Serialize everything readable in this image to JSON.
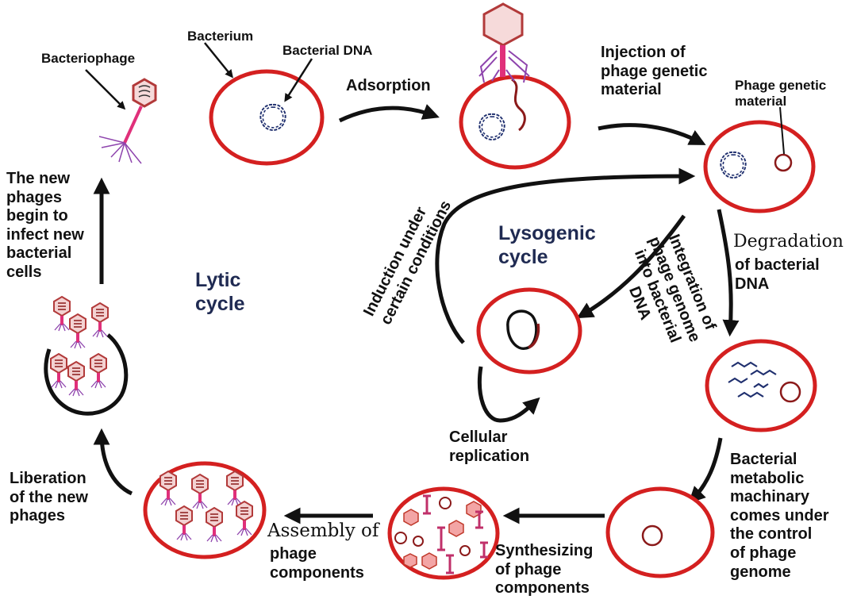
{
  "labels": {
    "bacteriophage": "Bacteriophage",
    "bacterium": "Bacterium",
    "bacterial_dna": "Bacterial DNA",
    "adsorption": "Adsorption",
    "injection": "Injection of\nphage genetic\nmaterial",
    "phage_genetic_material": "Phage genetic\nmaterial",
    "degradation_line1": "Degradation",
    "degradation_line2": "of bacterial\nDNA",
    "control": "Bacterial\nmetabolic\nmachinary\ncomes under\nthe control\nof phage\ngenome",
    "synthesizing": "Synthesizing\nof phage\ncomponents",
    "assembly_line1": "Assembly of",
    "assembly_line2": "phage\ncomponents",
    "liberation": "Liberation\nof the new\nphages",
    "new_phages": "The new\nphages\nbegin to\ninfect new\nbacterial\ncells",
    "lytic_cycle": "Lytic\ncycle",
    "lysogenic_cycle": "Lysogenic\ncycle",
    "induction": "Induction under\ncertain conditions",
    "integration": "Integration of\nphage genome\ninto bacterial\nDNA",
    "cellular_replication": "Cellular\nreplication"
  },
  "colors": {
    "cell_membrane": "#d42020",
    "phage_dna": "#8b1a1a",
    "bacterial_dna": "#1f2f6e",
    "phage_head": "#b23a3a",
    "phage_tail": "#e0307a",
    "tail_fibers": "#8e44ad",
    "arrow": "#111111",
    "cycle_title": "#1f2a52"
  },
  "icons": [
    "bacteriophage-icon",
    "bacterial-dna-icon",
    "phage-head-hexagon-icon",
    "arrow-icon"
  ]
}
